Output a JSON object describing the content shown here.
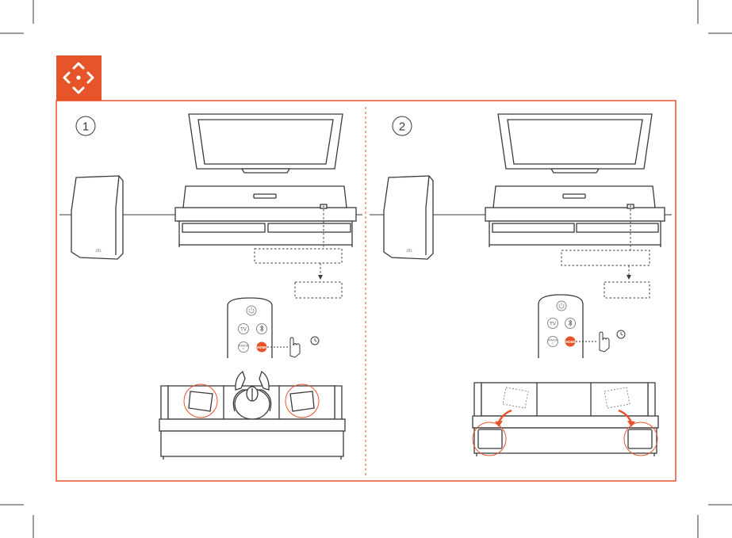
{
  "colors": {
    "accent": "#e8542a",
    "line": "#3a3a3a",
    "light_line": "#8a8a8a",
    "background": "#ffffff"
  },
  "header": {
    "icon": "room-calibration-icon"
  },
  "steps": [
    {
      "number": "1"
    },
    {
      "number": "2"
    }
  ],
  "remote": {
    "buttons": {
      "power": "power-icon",
      "tv": "TV",
      "bluetooth": "bluetooth-icon",
      "dolby": "ATMOS",
      "hdmi": "HDMI"
    }
  },
  "timer_icon": "clock-icon",
  "hand_icon": "pointing-hand-icon"
}
